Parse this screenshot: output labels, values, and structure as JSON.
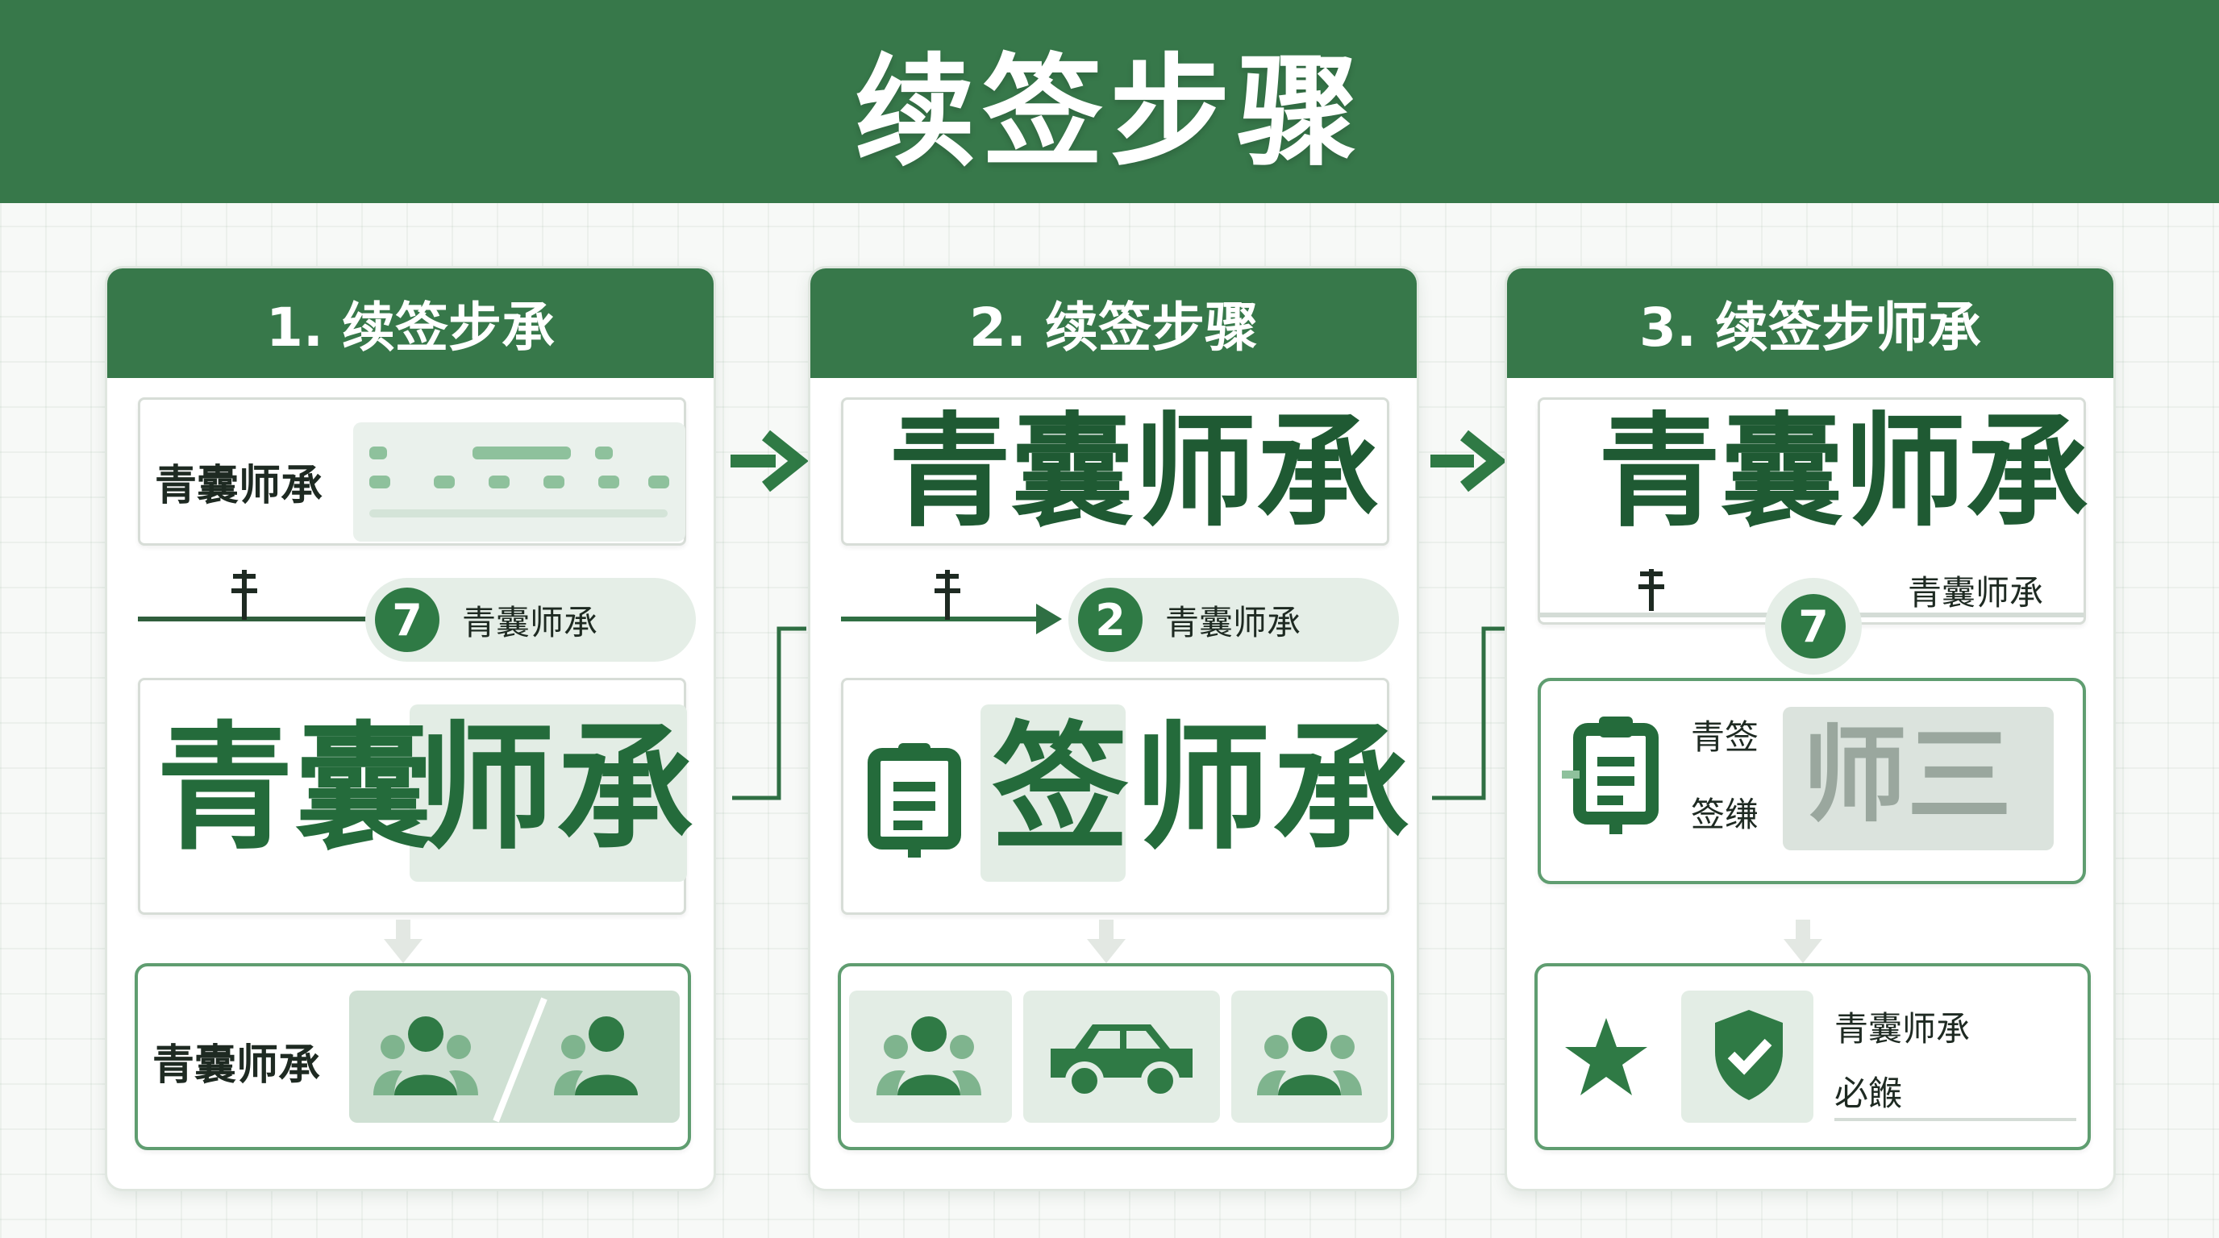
{
  "title": "续签步骤",
  "colors": {
    "primary": "#37784a",
    "accent": "#2f7a45",
    "tile": "#e3ede5"
  },
  "columns": [
    {
      "header": "1. 续签步承",
      "top_label": "青囊师承",
      "badge": "7",
      "pill_label": "青囊师承",
      "big_text_a": "青囊",
      "big_text_b": "师承",
      "bottom_label": "青囊师承",
      "icons": [
        "people-icon",
        "people-icon"
      ]
    },
    {
      "header": "2. 续签步骤",
      "top_text": "青囊师承",
      "badge": "2",
      "pill_label": "青囊师承",
      "big_text_a": "签",
      "big_text_b": "师承",
      "icons": [
        "document-icon",
        "people-icon",
        "car-icon",
        "people-icon"
      ]
    },
    {
      "header": "3. 续签步师承",
      "top_text": "青囊师承",
      "right_label": "青囊师承",
      "badge": "7",
      "side_label_1": "青签",
      "side_label_2": "签缣",
      "blur_text": "师三",
      "bottom_label_1": "青囊师承",
      "bottom_label_2": "必餱",
      "icons": [
        "clipboard-icon",
        "star-icon",
        "shield-check-icon"
      ]
    }
  ]
}
